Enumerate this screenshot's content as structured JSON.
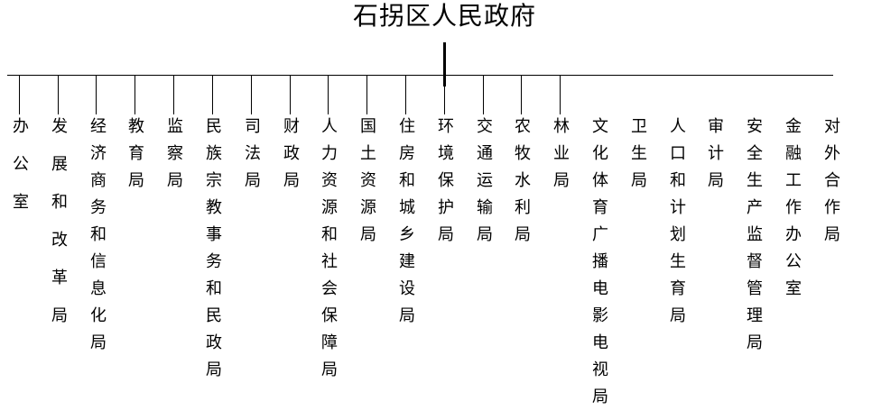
{
  "title": "石拐区人民政府",
  "colors": {
    "background": "#ffffff",
    "line": "#000000",
    "text": "#000000"
  },
  "diagram": {
    "type": "org-chart",
    "root": "石拐区人民政府",
    "branch_count": 22
  },
  "departments": [
    "办公室",
    "发展和改革局",
    "经济商务和信息化局",
    "教育局",
    "监察局",
    "民族宗教事务和民政局",
    "司法局",
    "财政局",
    "人力资源和社会保障局",
    "国土资源局",
    "住房和城乡建设局",
    "环境保护局",
    "交通运输局",
    "农牧水利局",
    "林业局",
    "文化体育广播电影电视局",
    "卫生局",
    "人口和计划生育局",
    "审计局",
    "安全生产监督管理局",
    "金融工作办公室",
    "对外合作局"
  ]
}
